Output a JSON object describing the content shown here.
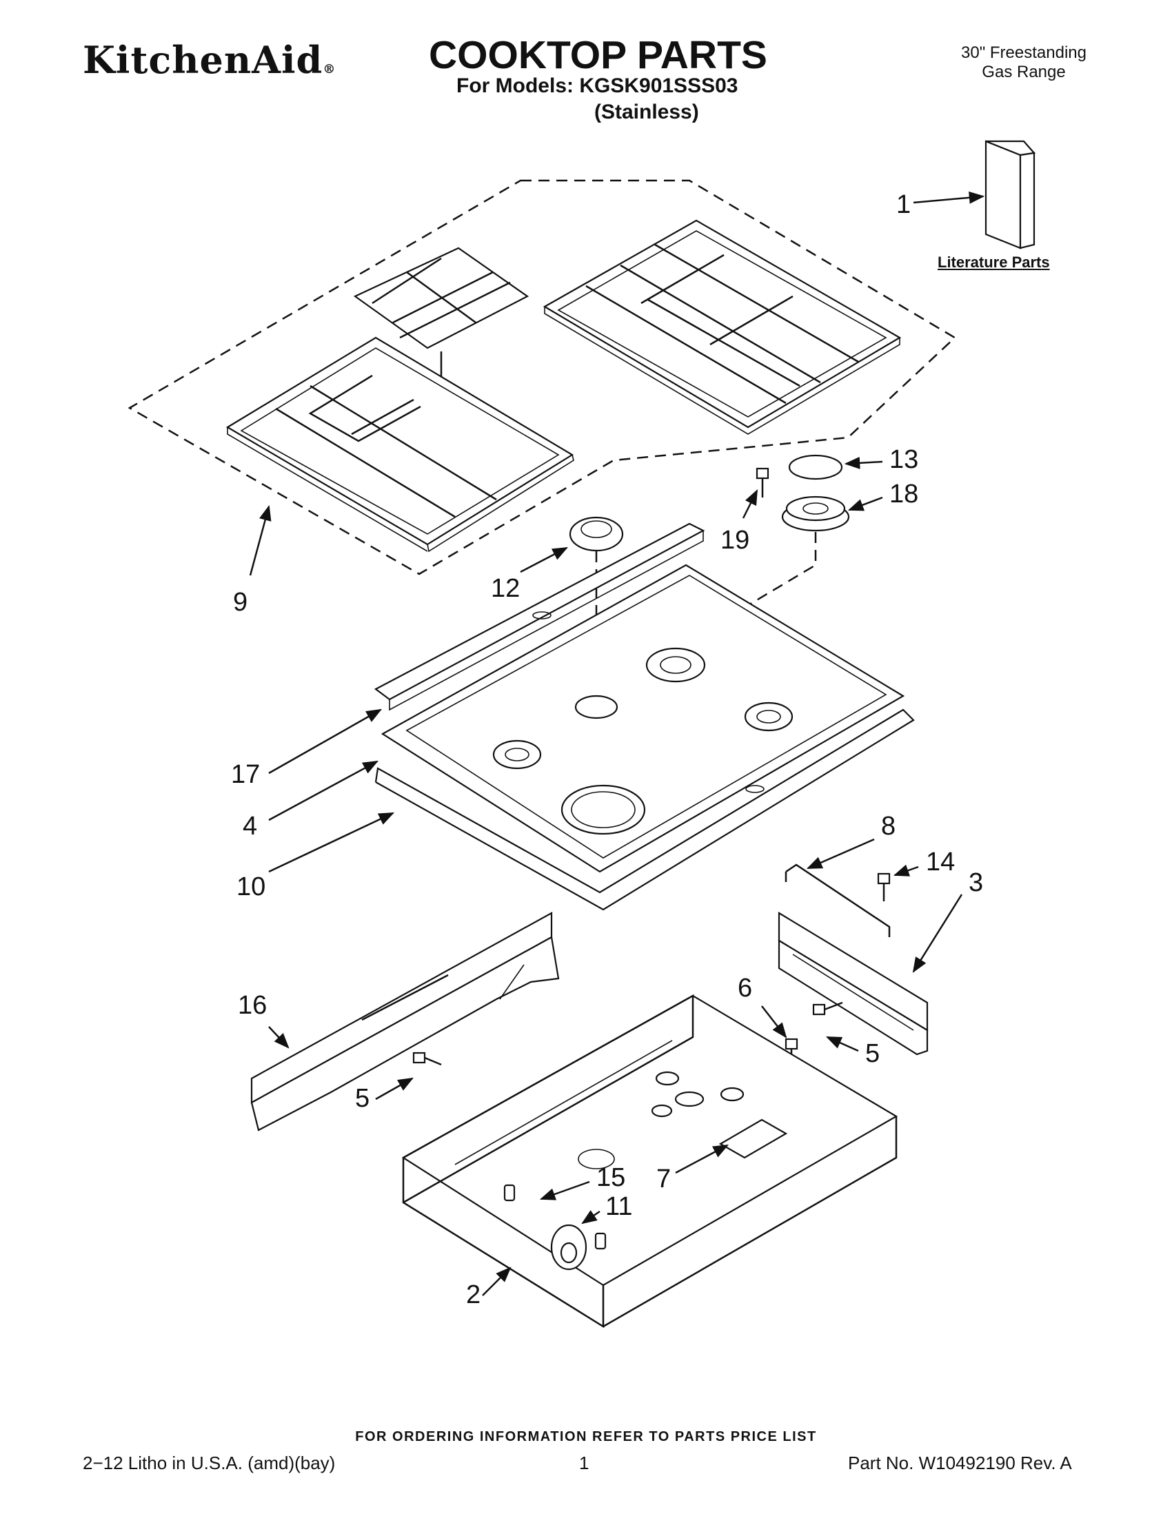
{
  "header": {
    "brand": "KitchenAid",
    "brand_mark": "®",
    "title": "COOKTOP PARTS",
    "models": "For Models: KGSK901SSS03",
    "finish": "(Stainless)",
    "range_type_line1": "30\" Freestanding",
    "range_type_line2": "Gas Range"
  },
  "literature_label": "Literature Parts",
  "callouts": [
    "1",
    "13",
    "18",
    "19",
    "12",
    "9",
    "17",
    "4",
    "10",
    "8",
    "14",
    "3",
    "16",
    "6",
    "5",
    "5",
    "15",
    "11",
    "7",
    "2"
  ],
  "footer": {
    "note": "FOR ORDERING INFORMATION REFER TO PARTS PRICE LIST",
    "left": "2−12 Litho in U.S.A. (amd)(bay)",
    "page": "1",
    "part_no": "Part No. W10492190 Rev. A"
  }
}
